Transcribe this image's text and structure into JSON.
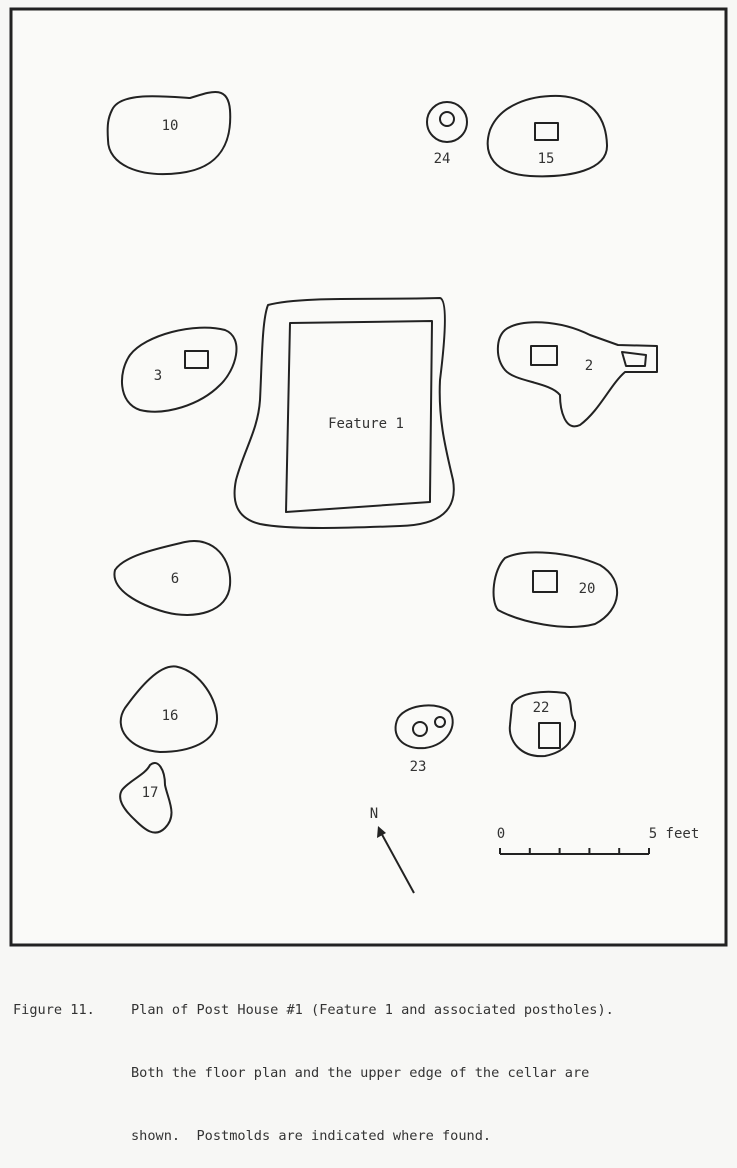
{
  "figure": {
    "features": [
      {
        "id": "posthole-10",
        "label": "10"
      },
      {
        "id": "posthole-24",
        "label": "24"
      },
      {
        "id": "posthole-15",
        "label": "15"
      },
      {
        "id": "posthole-3",
        "label": "3"
      },
      {
        "id": "feature-1",
        "label": "Feature 1"
      },
      {
        "id": "posthole-2",
        "label": "2"
      },
      {
        "id": "posthole-6",
        "label": "6"
      },
      {
        "id": "posthole-20",
        "label": "20"
      },
      {
        "id": "posthole-16",
        "label": "16"
      },
      {
        "id": "posthole-17",
        "label": "17"
      },
      {
        "id": "posthole-23",
        "label": "23"
      },
      {
        "id": "posthole-22",
        "label": "22"
      }
    ],
    "north_label": "N",
    "scale": {
      "start_label": "0",
      "end_label": "5 feet",
      "units_feet": 5,
      "ticks": 5
    }
  },
  "caption": {
    "figure_label": "Figure 11.",
    "lines": [
      "Plan of Post House #1 (Feature 1 and associated postholes).",
      "Both the floor plan and the upper edge of the cellar are",
      "shown.  Postmolds are indicated where found."
    ]
  }
}
